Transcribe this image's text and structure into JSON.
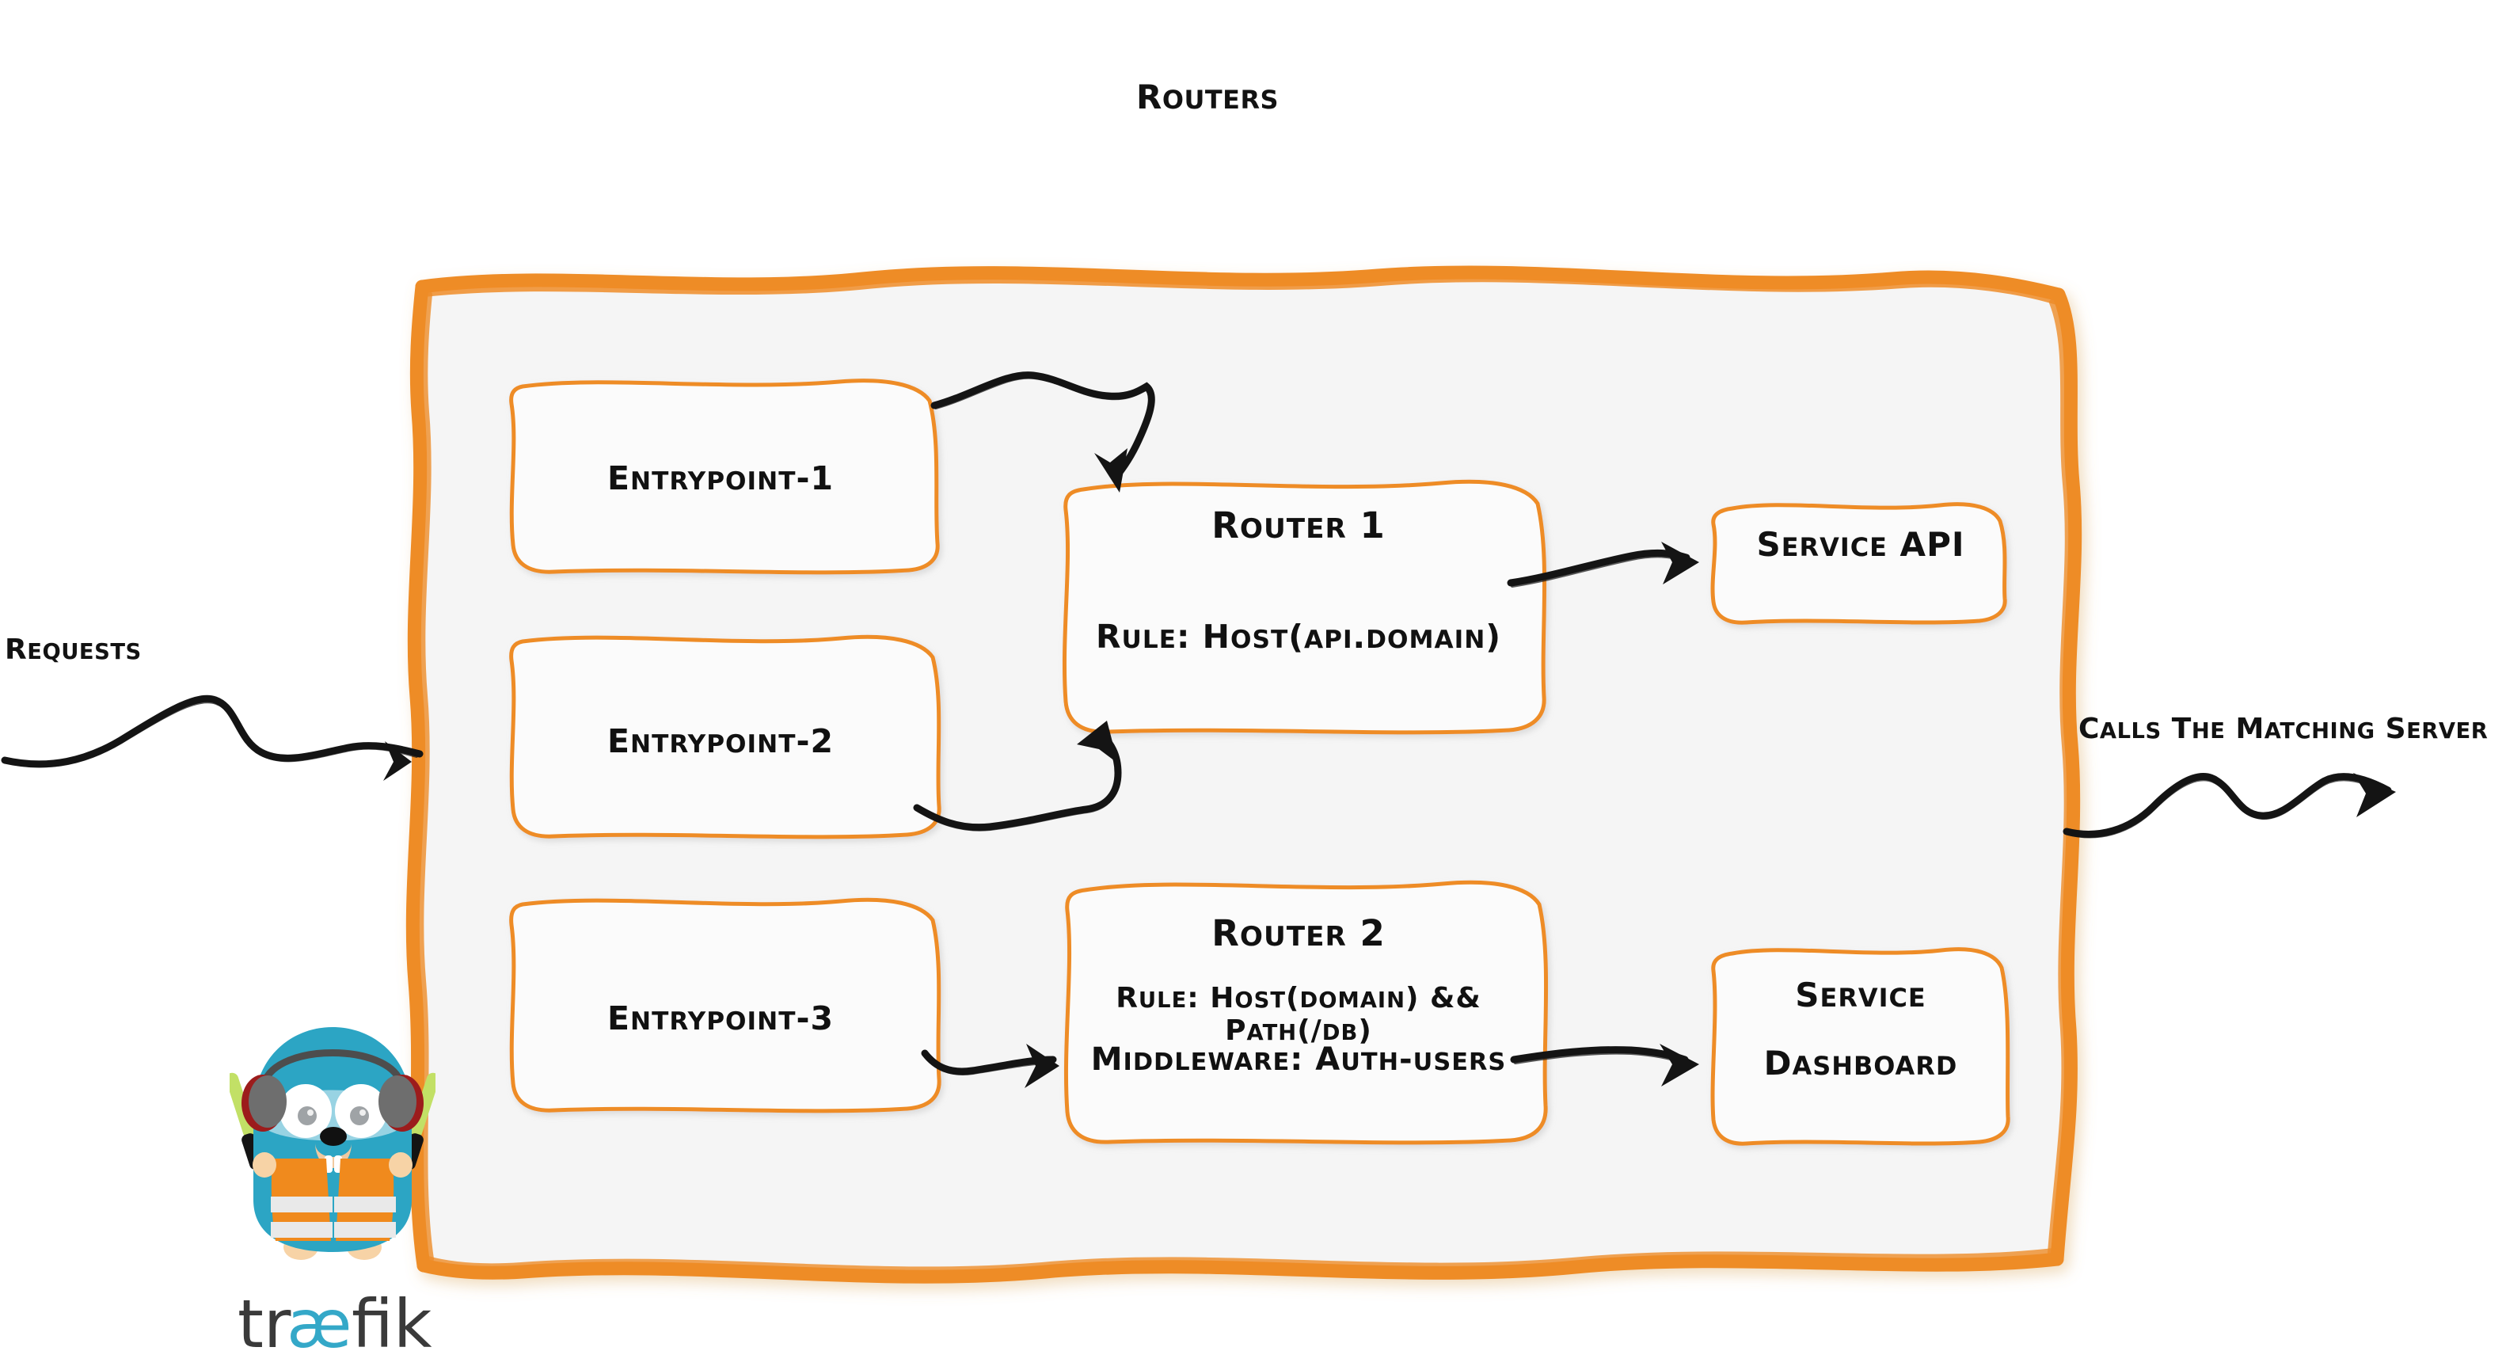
{
  "diagram": {
    "title": "Routers",
    "theme": {
      "accent_orange": "#EE8C28",
      "panel_fill": "#F5F5F5",
      "box_fill": "#FBFBFB",
      "ink": "#121212",
      "gopher_blue": "#2CA5C4",
      "gopher_vest": "#F08A1D",
      "gopher_skin": "#F7D3A6",
      "wand_green": "#C2E066",
      "wordmark_dark": "#3A3A3A",
      "wordmark_blue": "#34A8C8"
    },
    "incoming": {
      "label": "Requests",
      "arrow_name": "requests-inbound-arrow"
    },
    "outgoing": {
      "label": "Calls the matching server",
      "arrow_name": "calls-server-outbound-arrow"
    },
    "entrypoints": [
      {
        "id": "entrypoint-1",
        "label": "entrypoint-1"
      },
      {
        "id": "entrypoint-2",
        "label": "entrypoint-2"
      },
      {
        "id": "entrypoint-3",
        "label": "entrypoint-3"
      }
    ],
    "routers": [
      {
        "id": "router-1",
        "name": "Router 1",
        "rule": "rule: Host(api.domain)",
        "middleware": null
      },
      {
        "id": "router-2",
        "name": "Router 2",
        "rule": "rule: Host(domain) && Path(/db)",
        "middleware": "Middleware: auth-users"
      }
    ],
    "services": [
      {
        "id": "service-api",
        "lines": [
          "Service API"
        ]
      },
      {
        "id": "service-dashboard",
        "lines": [
          "Service",
          "Dashboard"
        ]
      }
    ],
    "brand": {
      "wordmark": "træfik",
      "mascot": "traefik-gopher-mascot"
    },
    "connections": [
      {
        "from": "entrypoint-1",
        "to": "router-1"
      },
      {
        "from": "entrypoint-2",
        "to": "router-1"
      },
      {
        "from": "entrypoint-3",
        "to": "router-2"
      },
      {
        "from": "router-1",
        "to": "service-api"
      },
      {
        "from": "router-2",
        "to": "service-dashboard"
      }
    ]
  }
}
